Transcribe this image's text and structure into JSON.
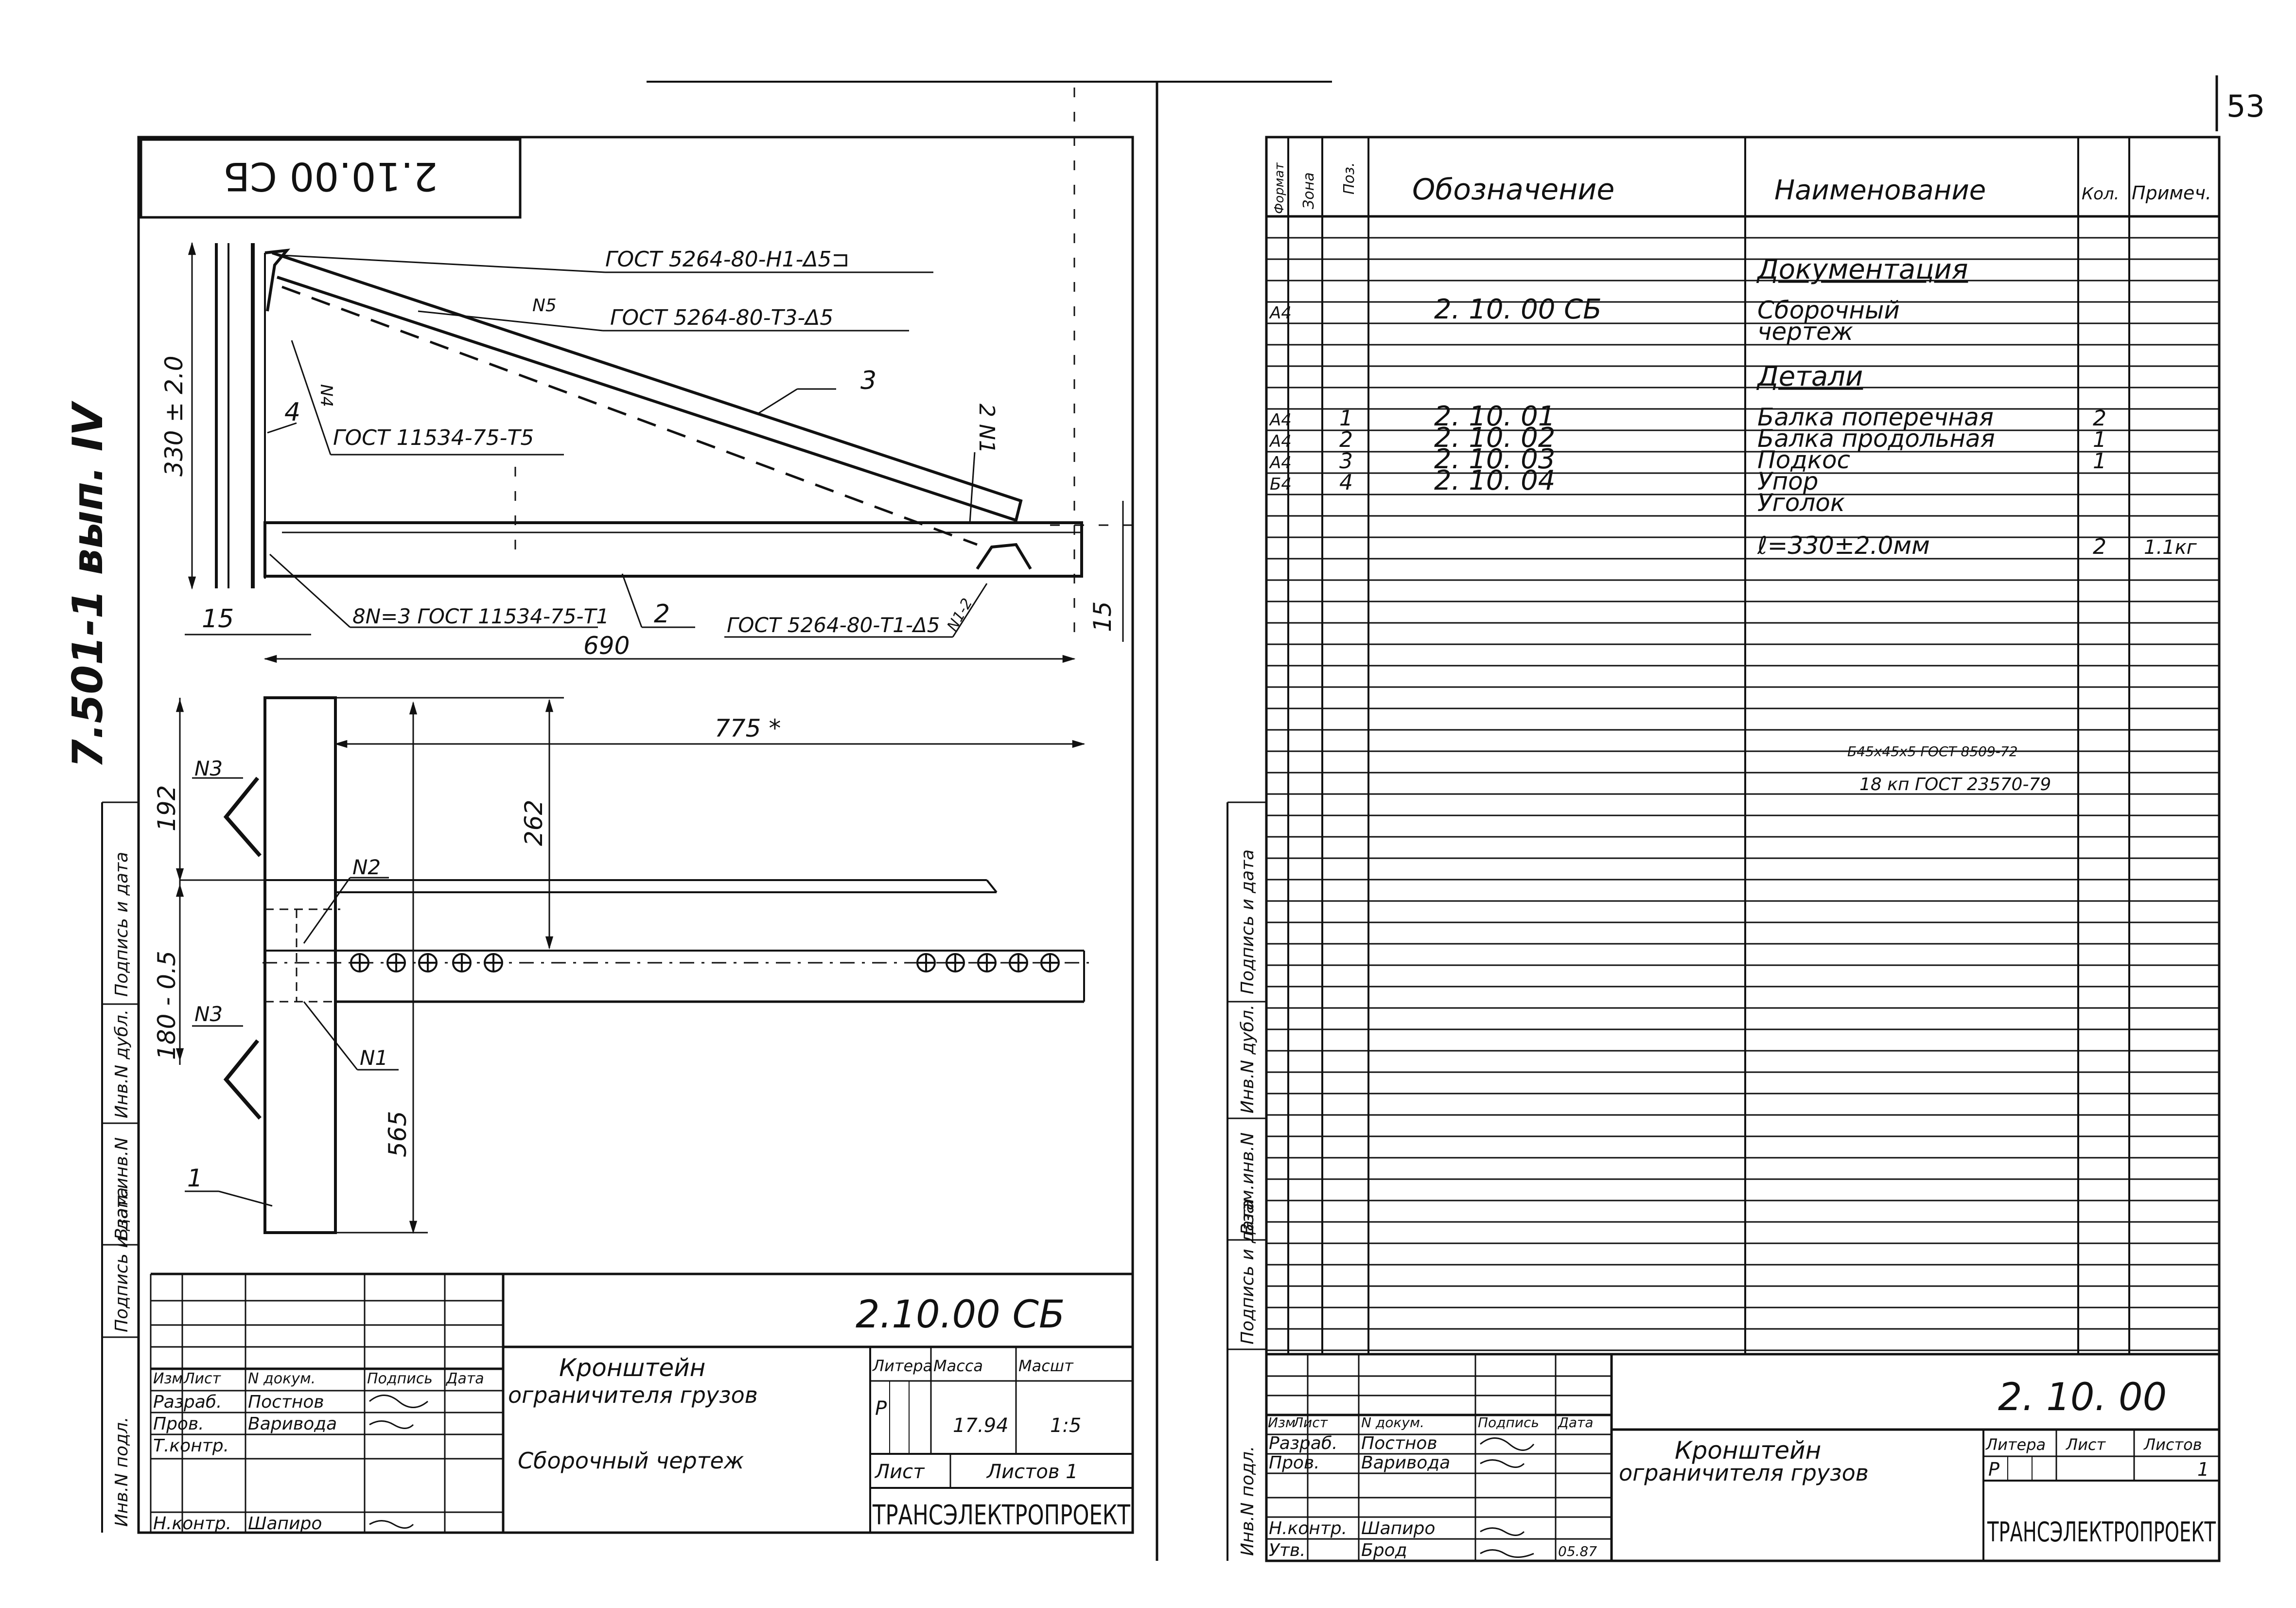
{
  "page_number": "53",
  "left_sheet": {
    "stamp_top": "2.10.00 СБ",
    "album_code": "7.501-1 вып. IV",
    "margin_labels": [
      "Инв.N подл.",
      "Подпись и дата",
      "Взам.инв.N",
      "Инв.N дубл.",
      "Подпись и дата"
    ],
    "drawing": {
      "leader_gost_1": "ГОСТ 5264-80-Н1-Δ5⊐",
      "leader_gost_2": "ГОСТ 5264-80-Т3-Δ5",
      "leader_gost_3": "ГОСТ 11534-75-Т5",
      "leader_gost_4": "ГОСТ 5264-80-Т1-Δ5",
      "leader_gost_5": "ГОСТ 11534-75-Т1",
      "weld_n5": "N5",
      "weld_n1_vertical": "2 N1",
      "weld_n1_2": "N1-2",
      "weld_n4": "N4",
      "weld_n3_prefix": "8N=3",
      "pos_1": "1",
      "pos_2": "2",
      "pos_3": "3",
      "pos_4": "4",
      "dim_330": "330 ± 2.0",
      "dim_15_left": "15",
      "dim_15_right": "15",
      "dim_690": "690",
      "dim_775": "775 *",
      "dim_192": "192",
      "dim_180": "180 - 0.5",
      "dim_262": "262",
      "dim_565": "565",
      "label_n3_top": "N3",
      "label_n3_bottom": "N3",
      "label_n2": "N2",
      "label_n1": "N1"
    },
    "title_block": {
      "code": "2.10.00 СБ",
      "name_line1": "Кронштейн",
      "name_line2": "ограничителя грузов",
      "doc_type": "Сборочный чертеж",
      "head": [
        "Изм",
        "Лист",
        "N докум.",
        "Подпись",
        "Дата"
      ],
      "roles": [
        {
          "role": "Разраб.",
          "name": "Постнов"
        },
        {
          "role": "Пров.",
          "name": "Варивода"
        },
        {
          "role": "Т.контр.",
          "name": ""
        },
        {
          "role": "Н.контр.",
          "name": "Шапиро"
        }
      ],
      "litera_label": "Литера",
      "mass_label": "Масса",
      "scale_label": "Масшт",
      "litera": "Р",
      "mass": "17.94",
      "scale": "1:5",
      "sheet_label": "Лист",
      "sheets_label": "Листов 1",
      "org": "ТРАНСЭЛЕКТРОПРОЕКТ"
    }
  },
  "right_sheet": {
    "margin_labels": [
      "Инв.N подл.",
      "Подпись и дата",
      "Взам.инв.N",
      "Инв.N дубл.",
      "Подпись и дата"
    ],
    "spec_header": {
      "format": "Формат",
      "zone": "Зона",
      "pos": "Поз.",
      "designation": "Обозначение",
      "name": "Наименование",
      "qty": "Кол.",
      "note": "Примеч."
    },
    "spec_rows": [
      {
        "format": "",
        "pos": "",
        "designation": "",
        "name": "Документация",
        "qty": "",
        "note": "",
        "section": true
      },
      {
        "format": "А4",
        "pos": "",
        "designation": "2. 10. 00 СБ",
        "name": "Сборочный",
        "qty": "",
        "note": ""
      },
      {
        "format": "",
        "pos": "",
        "designation": "",
        "name": "чертеж",
        "qty": "",
        "note": ""
      },
      {
        "format": "",
        "pos": "",
        "designation": "",
        "name": "Детали",
        "qty": "",
        "note": "",
        "section": true
      },
      {
        "format": "А4",
        "pos": "1",
        "designation": "2. 10. 01",
        "name": "Балка поперечная",
        "qty": "2",
        "note": ""
      },
      {
        "format": "А4",
        "pos": "2",
        "designation": "2. 10. 02",
        "name": "Балка продольная",
        "qty": "1",
        "note": ""
      },
      {
        "format": "А4",
        "pos": "3",
        "designation": "2. 10. 03",
        "name": "Подкос",
        "qty": "1",
        "note": ""
      },
      {
        "format": "Б4",
        "pos": "4",
        "designation": "2. 10. 04",
        "name": "Упор",
        "qty": "",
        "note": ""
      },
      {
        "format": "",
        "pos": "",
        "designation": "",
        "name": "Уголок",
        "qty": "",
        "note": ""
      },
      {
        "format": "",
        "pos": "",
        "designation": "",
        "name": "ℓ=330±2.0мм",
        "qty": "2",
        "note": "1.1кг"
      }
    ],
    "angle_spec_top": "Б45х45х5 ГОСТ 8509-72",
    "angle_spec_bottom": "18 кп ГОСТ 23570-79",
    "title_block": {
      "code": "2. 10. 00",
      "name_line1": "Кронштейн",
      "name_line2": "ограничителя грузов",
      "head": [
        "Изм",
        "Лист",
        "N докум.",
        "Подпись",
        "Дата"
      ],
      "roles": [
        {
          "role": "Разраб.",
          "name": "Постнов"
        },
        {
          "role": "Пров.",
          "name": "Варивода"
        },
        {
          "role": "",
          "name": ""
        },
        {
          "role": "Н.контр.",
          "name": "Шапиро"
        },
        {
          "role": "Утв.",
          "name": "Брод"
        }
      ],
      "date": "05.87",
      "litera_label": "Литера",
      "sheet_label": "Лист",
      "sheets_label": "Листов",
      "litera": "Р",
      "sheets": "1",
      "org": "ТРАНСЭЛЕКТРОПРОЕКТ"
    }
  }
}
